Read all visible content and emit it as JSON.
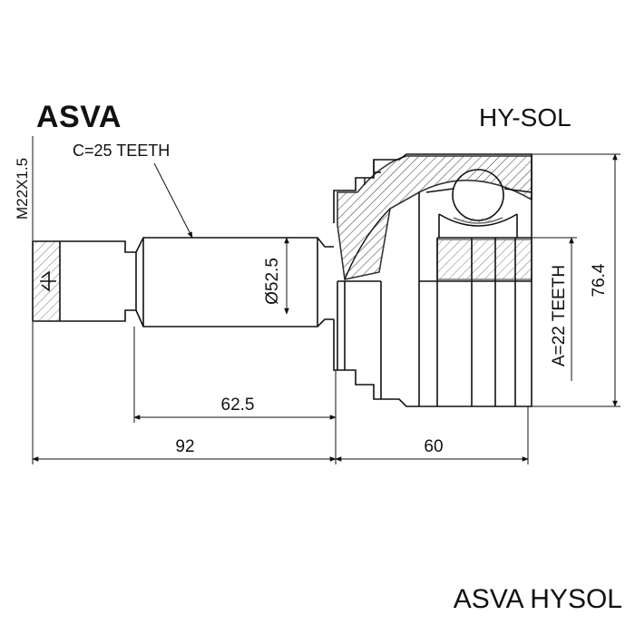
{
  "brand": "ASVA",
  "model": "HY-SOL",
  "footer": "ASVA HYSOL",
  "labels": {
    "thread": "M22X1.5",
    "spline_c": "C=25 TEETH",
    "diameter": "Ø52.5",
    "spline_a": "A=22 TEETH",
    "dim_76": "76.4",
    "dim_62": "62.5",
    "dim_92": "92",
    "dim_60": "60"
  }
}
